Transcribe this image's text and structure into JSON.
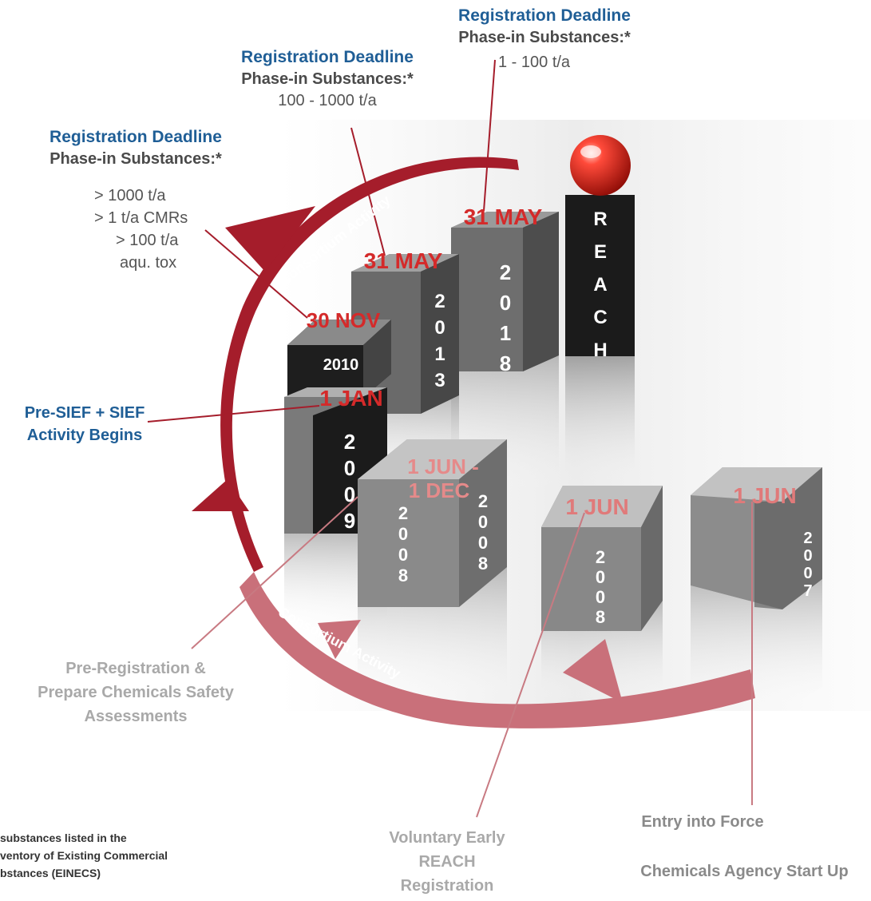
{
  "deadlines": [
    {
      "title": "Registration Deadline",
      "subtitle": "Phase-in Substances:*",
      "lines": [
        "> 1000 t/a",
        "> 1 t/a CMRs",
        "> 100 t/a",
        "aqu. tox"
      ]
    },
    {
      "title": "Registration Deadline",
      "subtitle": "Phase-in Substances:*",
      "lines": [
        "100 - 1000 t/a"
      ]
    },
    {
      "title": "Registration Deadline",
      "subtitle": "Phase-in Substances:*",
      "lines": [
        "1 - 100 t/a"
      ]
    }
  ],
  "pre_sief": [
    "Pre-SIEF + SIEF",
    "Activity Begins"
  ],
  "pre_registration": [
    "Pre-Registration &",
    "Prepare Chemicals Safety",
    "Assessments"
  ],
  "voluntary": [
    "Voluntary Early",
    "REACH",
    "Registration"
  ],
  "entry_force": "Entry into Force",
  "agency_start": "Chemicals Agency Start Up",
  "footnote": [
    "substances listed in the",
    "ventory of Existing Commercial",
    "bstances (EINECS)"
  ],
  "arc_label": "Consortium Activity",
  "blocks": {
    "reach": [
      "R",
      "E",
      "A",
      "C",
      "H"
    ],
    "y2018": {
      "date": "31 MAY",
      "year": "2018"
    },
    "y2013": {
      "date": "31 MAY",
      "year": "2013"
    },
    "y2010": {
      "date": "30 NOV",
      "year": "2010"
    },
    "y2009": {
      "date": "1 JAN",
      "year": "2009"
    },
    "y2008a": {
      "date_line1": "1 JUN -",
      "date_line2": "1 DEC",
      "year": "2008"
    },
    "y2008b": {
      "date": "1 JUN",
      "year": "2008"
    },
    "y2007": {
      "date": "1 JUN",
      "year": "2007"
    }
  },
  "colors": {
    "accent": "#a51d2b",
    "accent_light": "#c9707a",
    "blue": "#1f5e96",
    "red_text": "#d42a2a",
    "block_dark": "#1b1b1b",
    "block_gray": "#7d7d7d"
  }
}
